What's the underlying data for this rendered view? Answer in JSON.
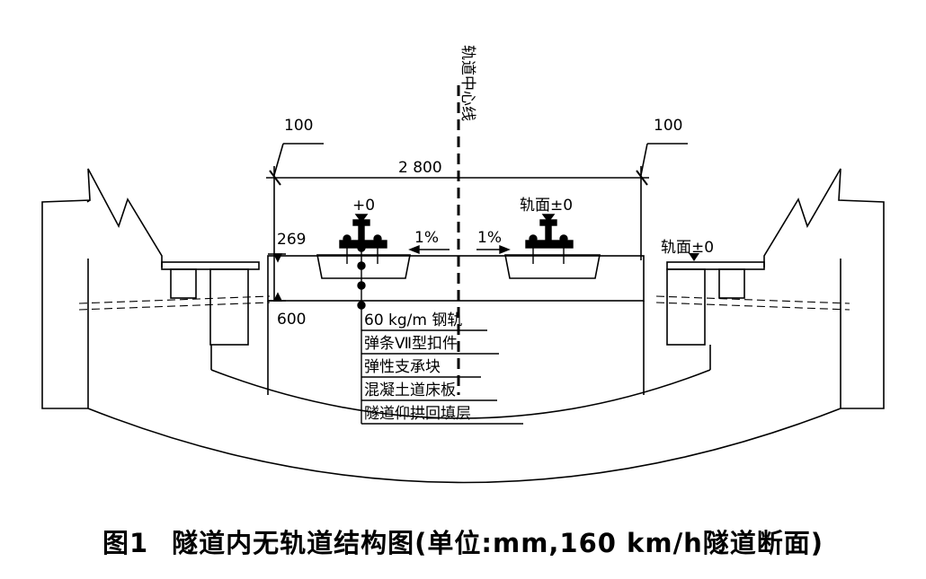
{
  "figure": {
    "centerline_label": "轨道中心线",
    "dimensions": {
      "left_offset": "100",
      "right_offset": "100",
      "slab_width": "2 800",
      "depth_top": "269",
      "depth_bottom": "600"
    },
    "elevations": {
      "left_rail": "+0",
      "right_rail": "轨面±0",
      "outer_right": "轨面±0"
    },
    "slopes": {
      "left": "1%",
      "right": "1%"
    },
    "layers": [
      "60 kg/m 钢轨",
      "弹条Ⅶ型扣件",
      "弹性支承块",
      "混凝土道床板",
      "隧道仰拱回填层"
    ]
  },
  "caption": {
    "number": "图1",
    "text": "隧道内无轨道结构图(单位:mm,160 km/h隧道断面)"
  }
}
